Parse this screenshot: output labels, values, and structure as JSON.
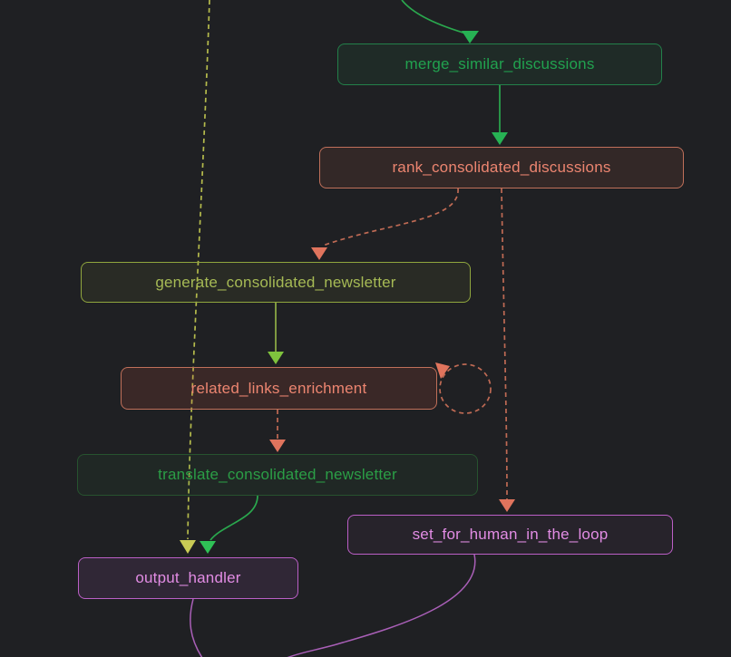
{
  "canvas": {
    "background": "#1f2023",
    "description": "workflow graph canvas"
  },
  "graph": {
    "nodes": [
      {
        "id": "merge_similar_discussions",
        "label": "merge_similar_discussions",
        "text_color": "#21a24f",
        "border_color": "#23804a",
        "fill": "rgba(40,150,80,0.10)"
      },
      {
        "id": "rank_consolidated_discussions",
        "label": "rank_consolidated_discussions",
        "text_color": "#ec8570",
        "border_color": "#c0705a",
        "fill": "rgba(200,100,75,0.12)"
      },
      {
        "id": "generate_consolidated_newsletter",
        "label": "generate_consolidated_newsletter",
        "text_color": "#a6ba55",
        "border_color": "#90a63e",
        "fill": "rgba(160,180,70,0.08)"
      },
      {
        "id": "related_links_enrichment",
        "label": "related_links_enrichment",
        "text_color": "#ec8570",
        "border_color": "#c0705a",
        "fill": "rgba(200,90,65,0.16)"
      },
      {
        "id": "translate_consolidated_newsletter",
        "label": "translate_consolidated_newsletter",
        "text_color": "#2b9e46",
        "border_color": "#27532f",
        "fill": "rgba(45,140,65,0.08)"
      },
      {
        "id": "set_for_human_in_the_loop",
        "label": "set_for_human_in_the_loop",
        "text_color": "#e28ce4",
        "border_color": "#bb5fc6",
        "fill": "rgba(190,100,205,0.05)"
      },
      {
        "id": "output_handler",
        "label": "output_handler",
        "text_color": "#e28ce4",
        "border_color": "#bb5fc6",
        "fill": "rgba(190,100,205,0.11)"
      }
    ],
    "edges": [
      {
        "id": "start-to-merge",
        "from": "start",
        "to": "merge_similar_discussions",
        "style": "solid",
        "color": "#2aa84e",
        "arrow_color": "#27b254"
      },
      {
        "id": "merge-to-rank",
        "from": "merge_similar_discussions",
        "to": "rank_consolidated_discussions",
        "style": "solid",
        "color": "#2aa84e",
        "arrow_color": "#27b254"
      },
      {
        "id": "rank-to-generate",
        "from": "rank_consolidated_discussions",
        "to": "generate_consolidated_newsletter",
        "style": "dashed",
        "color": "#bf6a54",
        "arrow_color": "#e0745d"
      },
      {
        "id": "rank-to-set",
        "from": "rank_consolidated_discussions",
        "to": "set_for_human_in_the_loop",
        "style": "dashed",
        "color": "#bf6a54",
        "arrow_color": "#e0745d"
      },
      {
        "id": "top-to-output",
        "from": "start",
        "to": "output_handler",
        "style": "dashed",
        "color": "#b5bb4c",
        "arrow_color": "#c9cb55"
      },
      {
        "id": "generate-to-related",
        "from": "generate_consolidated_newsletter",
        "to": "related_links_enrichment",
        "style": "solid",
        "color": "#8fae45",
        "arrow_color": "#7fc33d"
      },
      {
        "id": "related-self-loop",
        "from": "related_links_enrichment",
        "to": "related_links_enrichment",
        "style": "dashed",
        "color": "#bf6a54",
        "arrow_color": "#e0745d"
      },
      {
        "id": "related-to-translate",
        "from": "related_links_enrichment",
        "to": "translate_consolidated_newsletter",
        "style": "dashed",
        "color": "#bf6a54",
        "arrow_color": "#e0745d"
      },
      {
        "id": "translate-to-output",
        "from": "translate_consolidated_newsletter",
        "to": "output_handler",
        "style": "solid",
        "color": "#2aa84e",
        "arrow_color": "#2fc156"
      },
      {
        "id": "set-to-end",
        "from": "set_for_human_in_the_loop",
        "to": "end",
        "style": "solid",
        "color": "#a95fb7",
        "arrow_color": "#a95fb7"
      },
      {
        "id": "output-to-end",
        "from": "output_handler",
        "to": "end",
        "style": "solid",
        "color": "#a95fb7",
        "arrow_color": "#a95fb7"
      }
    ]
  }
}
